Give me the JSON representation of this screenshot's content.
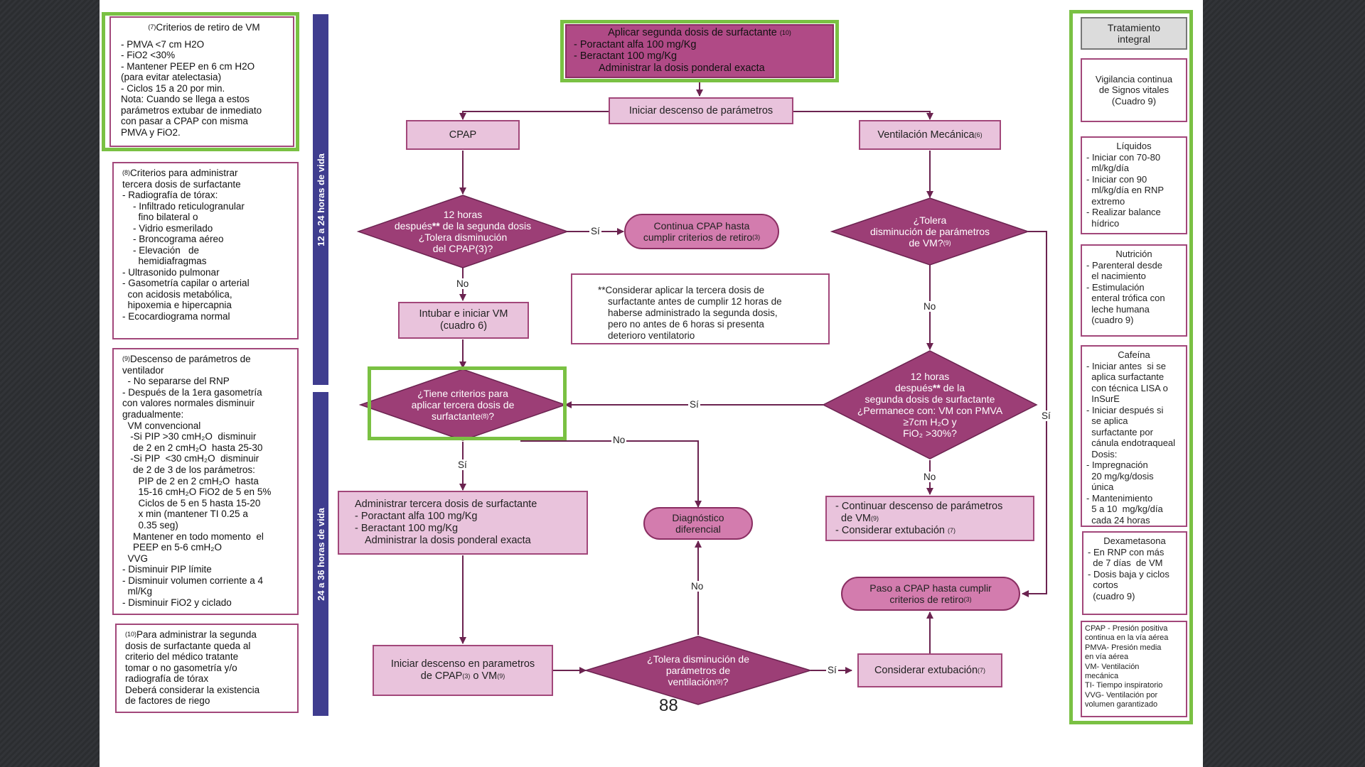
{
  "colors": {
    "accent_green": "#7ac143",
    "magenta": "#b04a86",
    "pink": "#e9c3dc",
    "pill": "#d37cae",
    "border": "#a2477a",
    "bar_blue": "#3f3d8f"
  },
  "left_notes": {
    "note7": {
      "title_sup": "(7)",
      "title": "Criterios de retiro de VM",
      "lines": [
        "- PMVA <7 cm H2O",
        "- FiO2 <30%",
        "- Mantener PEEP en 6 cm H2O",
        "(para evitar atelectasia)",
        "- Ciclos 15 a 20 por min.",
        "Nota: Cuando se llega a estos",
        "parámetros extubar de inmediato",
        "con pasar a CPAP con misma",
        "PMVA y FiO2."
      ]
    },
    "note8": {
      "title_sup": "(8)",
      "title": "Criterios para administrar",
      "lines": [
        "tercera dosis de surfactante",
        "- Radiografía de tórax:",
        "    - Infiltrado reticulogranular",
        "      fino bilateral o",
        "    - Vidrio esmerilado",
        "    - Broncograma aéreo",
        "    - Elevación   de",
        "      hemidiafragmas",
        "- Ultrasonido pulmonar",
        "- Gasometría capilar o arterial",
        "  con acidosis metabólica,",
        "  hipoxemia e hipercapnia",
        "- Ecocardiograma normal"
      ]
    },
    "note9": {
      "title_sup": "(9)",
      "title": "Descenso de parámetros de",
      "lines": [
        "ventilador",
        "  - No separarse del RNP",
        "- Después de la 1era gasometría",
        "con valores normales disminuir",
        "gradualmente:",
        "  VM convencional",
        "   -Si PIP >30 cmH₂O  disminuir",
        "    de 2 en 2 cmH₂O  hasta 25-30",
        "   -Si PIP  <30 cmH₂O  disminuir",
        "    de 2 de 3 de los parámetros:",
        "      PIP de 2 en 2 cmH₂O  hasta",
        "      15-16 cmH₂O FiO2 de 5 en 5%",
        "      Ciclos de 5 en 5 hasta 15-20",
        "      x min (mantener TI 0.25 a",
        "      0.35 seg)",
        "    Mantener en todo momento  el",
        "    PEEP en 5-6 cmH₂O",
        "  VVG",
        "- Disminuir PIP límite",
        "- Disminuir volumen corriente a 4",
        "  ml/Kg",
        "- Disminuir FiO2 y ciclado"
      ]
    },
    "note10": {
      "title_sup": "(10)",
      "title": "Para administrar la segunda",
      "lines": [
        "dosis de surfactante queda al",
        "criterio del médico tratante",
        "tomar o no gasometría y/o",
        "radiografía de tórax",
        "Deberá considerar la existencia",
        "de factores de riego"
      ]
    }
  },
  "timeline_bars": {
    "top": "12  a 24 horas de vida",
    "bottom": "24 a 36 horas de vida"
  },
  "flow": {
    "top_box": {
      "title": "Aplicar segunda dosis de surfactante",
      "title_sup": "(10)",
      "line1": "- Poractant alfa 100 mg/Kg",
      "line2": "- Beractant 100 mg/Kg",
      "line3": "Administrar la dosis ponderal exacta"
    },
    "iniciar_descenso": "Iniciar descenso de parámetros",
    "cpap": "CPAP",
    "vm": "Ventilación Mecánica",
    "vm_sup": "(6)",
    "d_cpap": {
      "l1": "12 horas",
      "l2a": "después",
      "l2b": "**",
      "l2c": " de la segunda dosis",
      "l3": "¿Tolera disminución",
      "l4": "del CPAP(3)?"
    },
    "continua_cpap": {
      "l1": "Continua CPAP hasta",
      "l2": "cumplir criterios de retiro",
      "sup": "(3)"
    },
    "intubar": {
      "l1": "Intubar e iniciar VM",
      "l2": "(cuadro 6)"
    },
    "note_star": {
      "l1": "**Considerar aplicar la tercera dosis de",
      "l2": "surfactante antes de cumplir 12 horas de",
      "l3": "haberse administrado la segunda dosis,",
      "l4": "pero no antes de 6 horas si presenta",
      "l5": "deterioro ventilatorio"
    },
    "d_tolera_vm": {
      "l1": "¿Tolera",
      "l2": "disminución de parámetros",
      "l3": "de VM?",
      "sup": "(9)"
    },
    "d_tercera": {
      "l1": "¿Tiene criterios para",
      "l2": "aplicar tercera dosis de",
      "l3": "surfactante",
      "sup": "(8)",
      "l3b": "?"
    },
    "d_12h_vm": {
      "l1": "12 horas",
      "l2a": "después",
      "l2b": "**",
      "l2c": " de la",
      "l3": "segunda dosis  de surfactante",
      "l4": "¿Permanece con: VM con PMVA",
      "l5": "≥7cm H₂O  y",
      "l6": "FiO₂ >30%?"
    },
    "administrar_tercera": {
      "l1": "Administrar tercera dosis de surfactante",
      "l2": "- Poractant alfa 100 mg/Kg",
      "l3": "- Beractant 100 mg/Kg",
      "l4": "Administrar la dosis ponderal exacta"
    },
    "diagnostico": {
      "l1": "Diagnóstico",
      "l2": "diferencial"
    },
    "continuar_descenso": {
      "l1": "- Continuar descenso de  parámetros",
      "l2": "  de VM",
      "sup1": "(9)",
      "l3": "- Considerar extubación ",
      "sup2": "(7)"
    },
    "paso_cpap": {
      "l1": "Paso a CPAP hasta cumplir",
      "l2": "criterios de retiro",
      "sup": "(3)"
    },
    "iniciar_descenso_bottom": {
      "l1": "Iniciar descenso en parametros",
      "l2a": "de CPAP",
      "sup1": "(3)",
      "l2b": " o VM",
      "sup2": "(9)"
    },
    "d_tolera_vent": {
      "l1": "¿Tolera disminución de",
      "l2": "parámetros de",
      "l3": "ventilación",
      "sup": "(9)",
      "l3b": "?"
    },
    "considerar_extubacion": {
      "l1": "Considerar extubación",
      "sup": "(7)"
    },
    "labels": {
      "si": "Sí",
      "no": "No"
    }
  },
  "right_panel": {
    "header": "Tratamiento integral",
    "vigilancia": [
      "Vigilancia continua",
      "de  Signos vitales",
      "(Cuadro 9)"
    ],
    "liquidos": {
      "title": "Líquidos",
      "lines": [
        "- Iniciar con 70-80",
        "  ml/kg/día",
        "- Iniciar con 90",
        "  ml/kg/día en RNP",
        "  extremo",
        "- Realizar balance",
        "  hídrico"
      ]
    },
    "nutricion": {
      "title": "Nutrición",
      "lines": [
        "- Parenteral desde",
        "  el nacimiento",
        "- Estimulación",
        "  enteral trófica con",
        "  leche humana",
        "  (cuadro 9)"
      ]
    },
    "cafeina": {
      "title": "Cafeína",
      "lines": [
        "- Iniciar antes  si se",
        "  aplica surfactante",
        "  con técnica LISA o",
        "  InSurE",
        "- Iniciar después si",
        "  se aplica",
        "  surfactante por",
        "  cánula endotraqueal",
        "  Dosis:",
        "- Impregnación",
        "  20 mg/kg/dosis",
        "  única",
        "- Mantenimiento",
        "  5 a 10  mg/kg/día",
        "  cada 24 horas"
      ]
    },
    "dexametasona": {
      "title": "Dexametasona",
      "lines": [
        "- En RNP con más",
        "  de 7 días  de VM",
        "- Dosis baja y ciclos",
        "  cortos",
        "  (cuadro 9)"
      ]
    },
    "glosario": [
      "CPAP - Presión positiva",
      "continua en la vía aérea",
      "PMVA- Presión media",
      "en vía aérea",
      "VM- Ventilación",
      "mecánica",
      "TI- Tiempo inspiratorio",
      "VVG- Ventilación por",
      "volumen garantizado"
    ]
  },
  "page_number": "88"
}
